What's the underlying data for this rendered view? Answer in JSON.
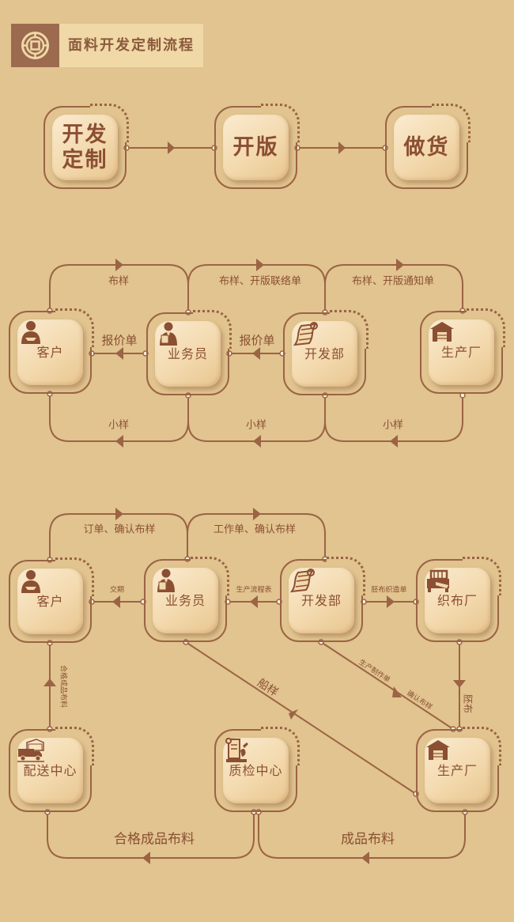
{
  "header": {
    "title": "面料开发定制流程",
    "icon": "coin-icon"
  },
  "colors": {
    "background": "#e1c48f",
    "line": "#9c6345",
    "text": "#8b4f33",
    "header_icon_bg": "#9c6b4f",
    "header_title_bg": "#f0d8a7"
  },
  "section1": {
    "nodes": [
      {
        "line1": "开发",
        "line2": "定制"
      },
      {
        "line1": "开版"
      },
      {
        "line1": "做货"
      }
    ]
  },
  "section2": {
    "nodes": [
      {
        "label": "客户",
        "icon": "customer-icon"
      },
      {
        "label": "业务员",
        "icon": "salesperson-icon"
      },
      {
        "label": "开发部",
        "icon": "fabric-roll-icon"
      },
      {
        "label": "生产厂",
        "icon": "factory-icon"
      }
    ],
    "edges": {
      "top_left": "布样",
      "top_mid": "布样、开版联络单",
      "top_right": "布样、开版通知单",
      "quote_left": "报价单",
      "quote_right": "报价单",
      "bottom_left": "小样",
      "bottom_mid": "小样",
      "bottom_right": "小样"
    }
  },
  "section3": {
    "nodes": [
      {
        "label": "客户",
        "icon": "customer-icon"
      },
      {
        "label": "业务员",
        "icon": "salesperson-icon"
      },
      {
        "label": "开发部",
        "icon": "fabric-roll-icon"
      },
      {
        "label": "织布厂",
        "icon": "loom-icon"
      },
      {
        "label": "配送中心",
        "icon": "truck-icon"
      },
      {
        "label": "质检中心",
        "icon": "inspection-icon"
      },
      {
        "label": "生产厂",
        "icon": "factory-icon"
      }
    ],
    "edges": {
      "top_left": "订单、确认布样",
      "top_mid": "工作单、确认布样",
      "delivery": "交期",
      "production_sheet": "生产流程表",
      "weaving_order": "胚布织造单",
      "finished_to_customer": "合格成品布料",
      "ship_sample": "船样",
      "prod_order": "生产制作单",
      "confirm_sample": "确认布样",
      "greige": "胚布",
      "bottom_left": "合格成品布料",
      "bottom_right": "成品布料"
    }
  }
}
